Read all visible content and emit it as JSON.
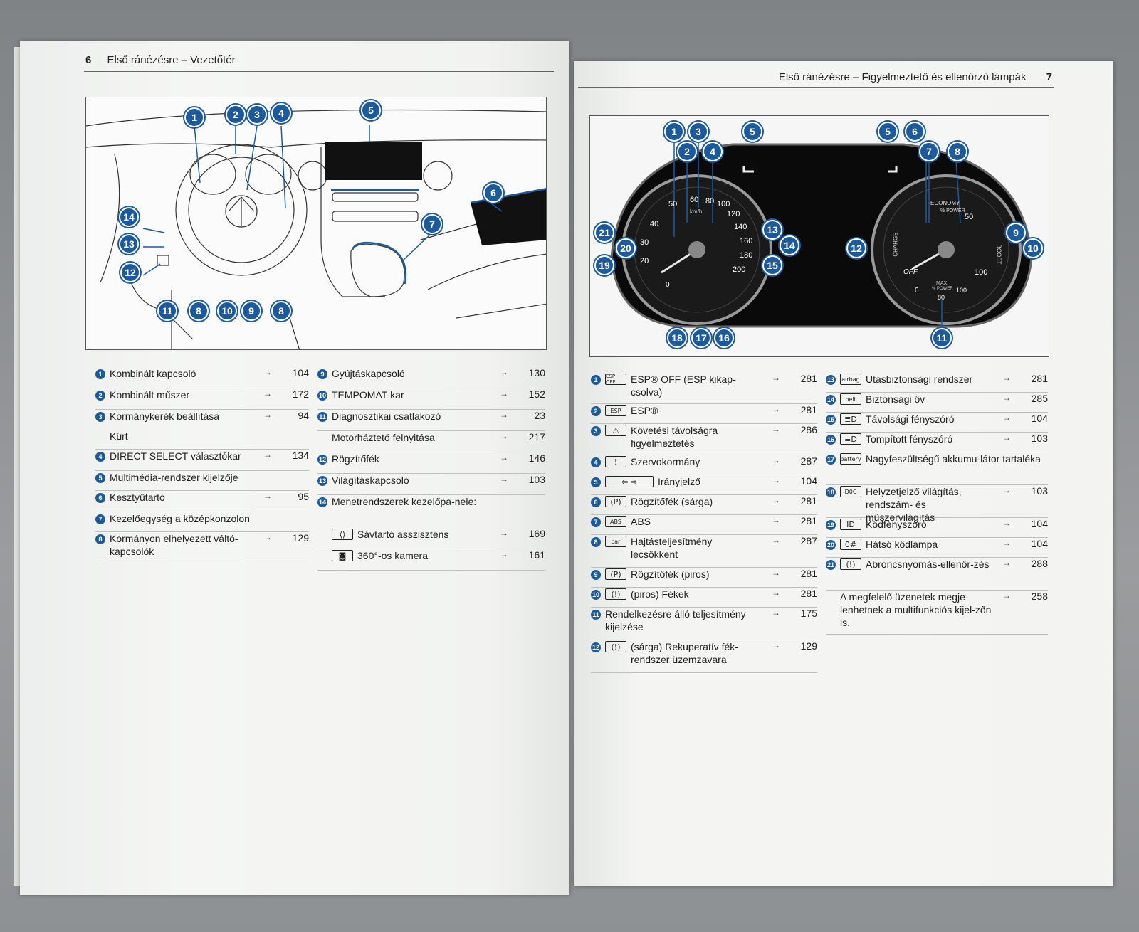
{
  "left_page": {
    "page_number": "6",
    "header_title": "Első ránézésre – Vezetőtér",
    "callouts": [
      "1",
      "2",
      "3",
      "4",
      "5",
      "6",
      "7",
      "14",
      "13",
      "12",
      "11",
      "8",
      "10",
      "9",
      "8"
    ],
    "col1": [
      {
        "n": "1",
        "label": "Kombinált kapcsoló",
        "arrow": "→",
        "ref": "104"
      },
      {
        "n": "2",
        "label": "Kombinált műszer",
        "arrow": "→",
        "ref": "172"
      },
      {
        "n": "3",
        "label": "Kormánykerék beállítása",
        "arrow": "→",
        "ref": "94"
      },
      {
        "n": "",
        "label": "Kürt",
        "arrow": "",
        "ref": ""
      },
      {
        "n": "4",
        "label": "DIRECT SELECT választókar",
        "arrow": "→",
        "ref": "134"
      },
      {
        "n": "5",
        "label": "Multimédia-rendszer kijelzője",
        "arrow": "",
        "ref": ""
      },
      {
        "n": "6",
        "label": "Kesztyűtartó",
        "arrow": "→",
        "ref": "95"
      },
      {
        "n": "7",
        "label": "Kezelőegység a középkonzolon",
        "arrow": "",
        "ref": ""
      },
      {
        "n": "8",
        "label": "Kormányon elhelyezett váltó-kapcsolók",
        "arrow": "→",
        "ref": "129"
      }
    ],
    "col2": [
      {
        "n": "9",
        "label": "Gyújtáskapcsoló",
        "arrow": "→",
        "ref": "130"
      },
      {
        "n": "10",
        "label": "TEMPOMAT-kar",
        "arrow": "→",
        "ref": "152"
      },
      {
        "n": "11",
        "label": "Diagnosztikai csatlakozó",
        "arrow": "→",
        "ref": "23"
      },
      {
        "n": "",
        "label": "Motorháztető felnyitása",
        "arrow": "→",
        "ref": "217"
      },
      {
        "n": "12",
        "label": "Rögzítőfék",
        "arrow": "→",
        "ref": "146"
      },
      {
        "n": "13",
        "label": "Világításkapcsoló",
        "arrow": "→",
        "ref": "103"
      },
      {
        "n": "14",
        "label": "Menetrendszerek kezelőpa-nele:",
        "arrow": "",
        "ref": ""
      },
      {
        "n": "",
        "icon": "lane-icon",
        "label": "Sávtartó asszisztens",
        "arrow": "→",
        "ref": "169"
      },
      {
        "n": "",
        "icon": "camera-icon",
        "label": "360°-os kamera",
        "arrow": "→",
        "ref": "161"
      }
    ]
  },
  "right_page": {
    "page_number": "7",
    "header_title": "Első ránézésre – Figyelmeztető és ellenőrző lámpák",
    "gauge_labels": {
      "speed": [
        "20",
        "30",
        "40",
        "50",
        "60",
        "80",
        "100",
        "120",
        "140",
        "160",
        "180",
        "200"
      ],
      "speed_unit": "km/h",
      "power_top": "ECONOMY",
      "power_pct": "% POWER",
      "power_50": "50",
      "power_100": "100",
      "charge": "CHARGE",
      "boost": "BOOST",
      "off": "OFF",
      "max": "MAX.",
      "max_power": "% POWER",
      "zero": "0",
      "eighty": "80",
      "hundred": "100"
    },
    "col1": [
      {
        "n": "1",
        "icon": "ESP OFF",
        "label": "ESP® OFF (ESP kikap-csolva)",
        "arrow": "→",
        "ref": "281"
      },
      {
        "n": "2",
        "icon": "ESP",
        "label": "ESP®",
        "arrow": "→",
        "ref": "281"
      },
      {
        "n": "3",
        "icon": "⚠",
        "label": "Követési távolságra figyelmeztetés",
        "arrow": "→",
        "ref": "286"
      },
      {
        "n": "4",
        "icon": "!",
        "label": "Szervokormány",
        "arrow": "→",
        "ref": "287"
      },
      {
        "n": "5",
        "icon": "⇦ ⇨",
        "label": "Irányjelző",
        "arrow": "→",
        "ref": "104"
      },
      {
        "n": "6",
        "icon": "(P)",
        "label": "Rögzítőfék (sárga)",
        "arrow": "→",
        "ref": "281"
      },
      {
        "n": "7",
        "icon": "ABS",
        "label": "ABS",
        "arrow": "→",
        "ref": "281"
      },
      {
        "n": "8",
        "icon": "car",
        "label": "Hajtásteljesítmény lecsökkent",
        "arrow": "→",
        "ref": "287"
      },
      {
        "n": "9",
        "icon": "(P)",
        "label": "Rögzítőfék (piros)",
        "arrow": "→",
        "ref": "281"
      },
      {
        "n": "10",
        "icon": "(!)",
        "label": "(piros) Fékek",
        "arrow": "→",
        "ref": "281"
      },
      {
        "n": "11",
        "icon": "",
        "label": "Rendelkezésre álló teljesítmény kijelzése",
        "arrow": "→",
        "ref": "175"
      },
      {
        "n": "12",
        "icon": "(!)",
        "label": "(sárga) Rekuperatív fék-rendszer üzemzavara",
        "arrow": "→",
        "ref": "129"
      }
    ],
    "col2": [
      {
        "n": "13",
        "icon": "airbag",
        "label": "Utasbiztonsági rendszer",
        "arrow": "→",
        "ref": "281"
      },
      {
        "n": "14",
        "icon": "belt",
        "label": "Biztonsági öv",
        "arrow": "→",
        "ref": "285"
      },
      {
        "n": "15",
        "icon": "≣D",
        "label": "Távolsági fényszóró",
        "arrow": "→",
        "ref": "104"
      },
      {
        "n": "16",
        "icon": "≡D",
        "label": "Tompított fényszóró",
        "arrow": "→",
        "ref": "103"
      },
      {
        "n": "17",
        "icon": "battery",
        "label": "Nagyfeszültségű akkumu-látor tartaléka",
        "arrow": "",
        "ref": ""
      },
      {
        "n": "18",
        "icon": "-D0C-",
        "label": "Helyzetjelző világítás, rendszám- és műszervilágítás",
        "arrow": "→",
        "ref": "103"
      },
      {
        "n": "19",
        "icon": "ID",
        "label": "Ködfényszóró",
        "arrow": "→",
        "ref": "104"
      },
      {
        "n": "20",
        "icon": "0#",
        "label": "Hátsó ködlámpa",
        "arrow": "→",
        "ref": "104"
      },
      {
        "n": "21",
        "icon": "(!)",
        "label": "Abroncsnyomás-ellenőr-zés",
        "arrow": "→",
        "ref": "288"
      },
      {
        "n": "",
        "icon": "",
        "label": "A megfelelő üzenetek megje-lenhetnek a multifunkciós kijel-zőn is.",
        "arrow": "→",
        "ref": "258"
      }
    ]
  }
}
